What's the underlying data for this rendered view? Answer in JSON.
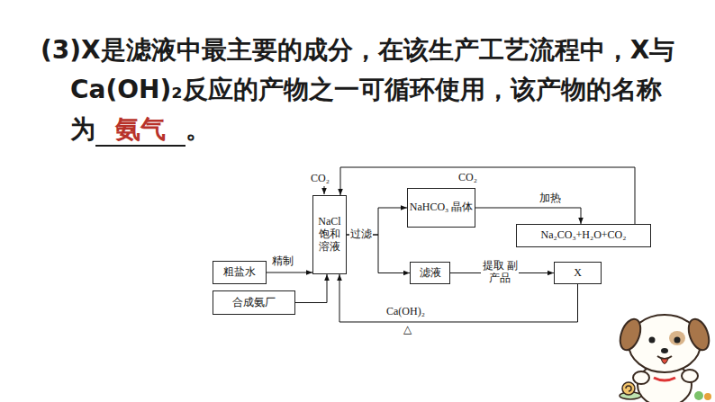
{
  "diagram": {
    "nodes": [
      {
        "text": [
          "粗盐水"
        ]
      },
      {
        "text": [
          "合成氨厂"
        ]
      },
      {
        "text": [
          "NaCl 饱和 溶液"
        ]
      },
      {
        "text": [
          "NaHCO₃ 晶体"
        ]
      },
      {
        "text": [
          "滤液"
        ]
      },
      {
        "text": [
          "Na₂CO₃+H₂O+CO₂"
        ]
      },
      {
        "text": [
          "X"
        ]
      }
    ],
    "edges": [
      {
        "from": 0,
        "to": 2,
        "label": "精制",
        "arrow": "to"
      },
      {
        "from": 1,
        "to": 2,
        "arrow": "to"
      },
      {
        "from": 2,
        "to": 3,
        "label": "过滤",
        "arrow": "to"
      },
      {
        "from": 2,
        "to": 4,
        "arrow": "to"
      },
      {
        "from": 3,
        "to": 5,
        "label": "加热",
        "arrow": "to"
      },
      {
        "from": 4,
        "to": 6,
        "label": "提取 副产品",
        "arrow": "to"
      },
      {
        "from": 5,
        "to": 2,
        "label": "CO₂",
        "arrow": "to"
      },
      {
        "from": 6,
        "to": 2,
        "label": "Ca(OH)₂",
        "arrow": "to"
      }
    ],
    "labels": [
      "(3)X是滤液中最主要的成分，在该生产工艺流程中，X与Ca(OH)₂反应的产物之一可循环使用，该产物的名称为",
      "氨气",
      "。",
      "CO₂",
      "△"
    ]
  }
}
